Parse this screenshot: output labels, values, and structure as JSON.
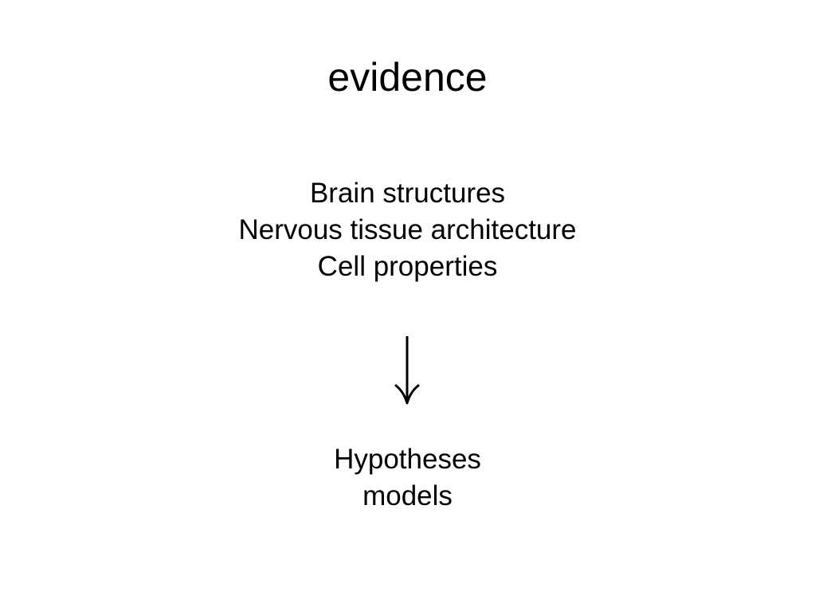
{
  "title": "evidence",
  "evidence_items": [
    "Brain structures",
    "Nervous tissue architecture",
    "Cell properties"
  ],
  "arrow_icon": "arrow-down-icon",
  "result_items": [
    "Hypotheses",
    "models"
  ]
}
